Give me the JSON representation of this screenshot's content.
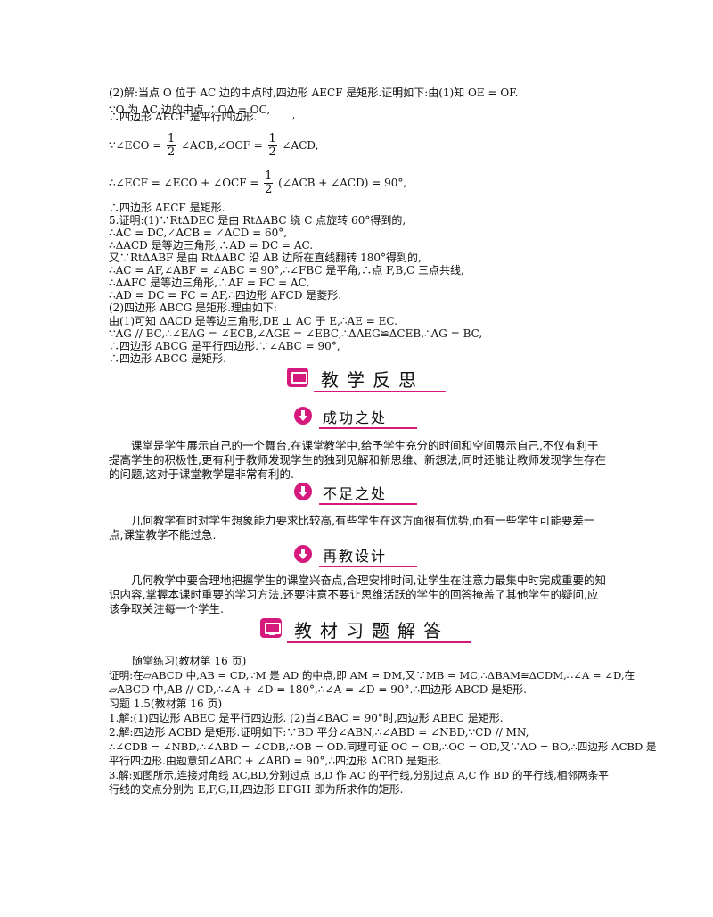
{
  "sol_lines": {
    "l1": "(2)解:当点 O 位于 AC 边的中点时,四边形 AECF 是矩形.证明如下:由(1)知 OE = OF.",
    "l2a": "∵O 为 AC 边的中点,∴OA = OC,",
    "l2b": "∴四边形 AECF 是平行四边形.",
    "l3_pre": "∵∠ECO =",
    "l3_mid": "∠ACB,∠OCF =",
    "l3_post": "∠ACD,",
    "l4_pre": "∴∠ECF = ∠ECO + ∠OCF =",
    "l4_post": "(∠ACB + ∠ACD) = 90°,",
    "l5": "∴四边形 AECF 是矩形.",
    "l6": "5.证明:(1)∵RtΔDEC 是由 RtΔABC 绕 C 点旋转 60°得到的,",
    "l7": "∴AC = DC,∠ACB = ∠ACD = 60°,",
    "l8": "∴ΔACD 是等边三角形,∴AD = DC = AC.",
    "l9": "又∵RtΔABF 是由 RtΔABC 沿 AB 边所在直线翻转 180°得到的,",
    "l10": "∴AC = AF,∠ABF = ∠ABC = 90°,∴∠FBC 是平角,∴点 F,B,C 三点共线,",
    "l11": "∴ΔAFC 是等边三角形,∴AF = FC = AC,",
    "l12": "∴AD = DC = FC = AF,∴四边形 AFCD 是菱形.",
    "l13": "(2)四边形 ABCG 是矩形.理由如下:",
    "l14": "由(1)可知 ΔACD 是等边三角形,DE ⊥ AC 于 E,∴AE = EC.",
    "l15": "∵AG // BC,∴∠EAG = ∠ECB,∠AGE = ∠EBC,∴ΔAEG≌ΔCEB,∴AG = BC,",
    "l16": "∴四边形 ABCG 是平行四边形.∵∠ABC = 90°,",
    "l17": "∴四边形 ABCG 是矩形.",
    "frac_num": "1",
    "frac_den": "2",
    "stray": ","
  },
  "reflection": {
    "banner_title": "教学反思",
    "success_title": "成功之处",
    "success_text": "课堂是学生展示自己的一个舞台,在课堂教学中,给予学生充分的时间和空间展示自己,不仅有利于提高学生的积极性,更有利于教师发现学生的独到见解和新思维、新想法,同时还能让教师发现学生存在的问题,这对于课堂教学是非常有利的.",
    "shortfall_title": "不足之处",
    "shortfall_text": "几何教学有时对学生想象能力要求比较高,有些学生在这方面很有优势,而有一些学生可能要差一点,课堂教学不能过急.",
    "redesign_title": "再教设计",
    "redesign_text": "几何教学中要合理地把握学生的课堂兴奋点,合理安排时间,让学生在注意力最集中时完成重要的知识内容,掌握本课时重要的学习方法.还要注意不要让思维活跃的学生的回答掩盖了其他学生的疑问,应该争取关注每一个学生."
  },
  "answers": {
    "banner_title": "教材习题解答",
    "a1": "随堂练习(教材第 16 页)",
    "a2": "证明:在▱ABCD 中,AB = CD,∵M 是 AD 的中点,即 AM = DM,又∵MB = MC,∴ΔBAM≌ΔCDM,∴∠A = ∠D,在",
    "a3": "▱ABCD 中,AB // CD,∴∠A + ∠D = 180°,∴∠A = ∠D = 90°.∴四边形 ABCD 是矩形.",
    "a4": "习题 1.5(教材第 16 页)",
    "a5": "1.解:(1)四边形 ABEC 是平行四边形.    (2)当∠BAC = 90°时,四边形 ABEC 是矩形.",
    "a6": "2.解:四边形 ACBD 是矩形.证明如下:∵BD 平分∠ABN,∴∠ABD = ∠NBD,∵CD // MN,",
    "a7": "∴∠CDB = ∠NBD,∴∠ABD = ∠CDB,∴OB = OD.同理可证 OC = OB,∴OC = OD,又∵AO = BO,∴四边形 ACBD 是",
    "a8": "平行四边形.由题意知∠ABC + ∠ABD = 90°,∴四边形 ACBD 是矩形.",
    "a9": "3.解:如图所示,连接对角线 AC,BD,分别过点 B,D 作 AC 的平行线,分别过点 A,C 作 BD 的平行线,相邻两条平",
    "a10": "行线的交点分别为 E,F,G,H,四边形 EFGH 即为所求作的矩形."
  },
  "colors": {
    "accent": "#d6197c",
    "text": "#111111"
  },
  "icons": {
    "banner": "monitor-icon",
    "sub": "download-arrow-icon"
  }
}
